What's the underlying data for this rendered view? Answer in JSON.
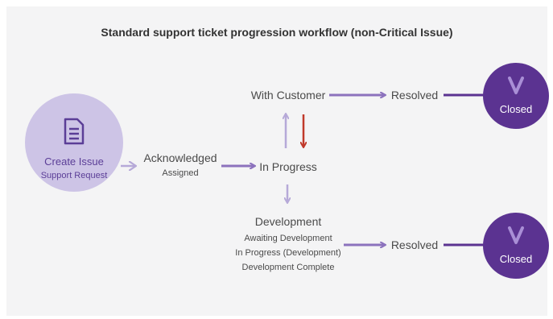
{
  "title": "Standard support ticket progression workflow (non-Critical Issue)",
  "create_issue": {
    "title": "Create Issue",
    "subtitle": "Support Request",
    "icon": "document-icon"
  },
  "acknowledged": {
    "title": "Acknowledged",
    "subtitle": "Assigned"
  },
  "in_progress": "In Progress",
  "with_customer": "With Customer",
  "development": {
    "title": "Development",
    "items": [
      "Awaiting Development",
      "In Progress (Development)",
      "Development Complete"
    ]
  },
  "resolved_top": "Resolved",
  "resolved_bottom": "Resolved",
  "closed_top": {
    "label": "Closed",
    "icon": "checkmark-icon"
  },
  "closed_bottom": {
    "label": "Closed",
    "icon": "checkmark-icon"
  },
  "colors": {
    "background": "#f4f4f5",
    "purple_dark": "#5b3391",
    "purple_light": "#cdc4e6",
    "arrow_purple": "#8c72bd",
    "arrow_light": "#b6a9d8",
    "arrow_red": "#c0392b"
  }
}
